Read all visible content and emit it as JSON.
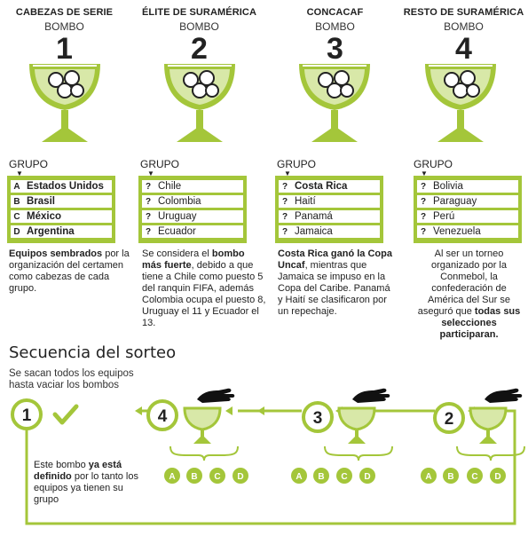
{
  "columns": [
    {
      "title": "CABEZAS DE SERIE",
      "bombo_word": "BOMBO",
      "number": "1",
      "grupo_label": "GRUPO",
      "teams": [
        {
          "letter": "A",
          "name": "Estados Unidos"
        },
        {
          "letter": "B",
          "name": "Brasil"
        },
        {
          "letter": "C",
          "name": "México"
        },
        {
          "letter": "D",
          "name": "Argentina"
        }
      ],
      "desc": [
        {
          "text": "Equipos sembrados",
          "bold": true
        },
        {
          "text": " por la organización del certamen como cabezas de cada grupo.",
          "bold": false
        }
      ]
    },
    {
      "title": "ÉLITE DE SURAMÉRICA",
      "bombo_word": "BOMBO",
      "number": "2",
      "grupo_label": "GRUPO",
      "teams": [
        {
          "letter": "?",
          "name": "Chile"
        },
        {
          "letter": "?",
          "name": "Colombia"
        },
        {
          "letter": "?",
          "name": "Uruguay"
        },
        {
          "letter": "?",
          "name": "Ecuador"
        }
      ],
      "desc": [
        {
          "text": "Se considera el ",
          "bold": false
        },
        {
          "text": "bombo más fuerte",
          "bold": true
        },
        {
          "text": ", debido a que tiene a Chile como puesto 5 del ranquin FIFA, además Colombia ocupa el puesto 8, Uruguay el 11 y Ecuador el 13.",
          "bold": false
        }
      ]
    },
    {
      "title": "CONCACAF",
      "bombo_word": "BOMBO",
      "number": "3",
      "grupo_label": "GRUPO",
      "teams": [
        {
          "letter": "?",
          "name": "Costa Rica"
        },
        {
          "letter": "?",
          "name": "Haití"
        },
        {
          "letter": "?",
          "name": "Panamá"
        },
        {
          "letter": "?",
          "name": "Jamaica"
        }
      ],
      "desc": [
        {
          "text": "Costa Rica ganó la Copa Uncaf",
          "bold": true
        },
        {
          "text": ", mientras que Jamaica se impuso en la Copa del Caribe. Panamá y Haití se clasificaron por un repechaje.",
          "bold": false
        }
      ]
    },
    {
      "title": "RESTO DE SURAMÉRICA",
      "bombo_word": "BOMBO",
      "number": "4",
      "grupo_label": "GRUPO",
      "teams": [
        {
          "letter": "?",
          "name": "Bolivia"
        },
        {
          "letter": "?",
          "name": "Paraguay"
        },
        {
          "letter": "?",
          "name": "Perú"
        },
        {
          "letter": "?",
          "name": "Venezuela"
        }
      ],
      "desc": [
        {
          "text": "Al ser un torneo organizado por la Conmebol, la confederación de América del Sur se aseguró que ",
          "bold": false
        },
        {
          "text": "todas sus selecciones participaran.",
          "bold": true
        }
      ]
    }
  ],
  "sequence": {
    "title": "Secuencia del sorteo",
    "subtitle": "Se sacan todos los equipos hasta vaciar los bombos",
    "step_numbers": [
      "1",
      "4",
      "3",
      "2"
    ],
    "step1_text": [
      {
        "text": "Este bombo ",
        "bold": false
      },
      {
        "text": "ya está definido",
        "bold": true
      },
      {
        "text": " por lo tanto los equipos ya tienen su grupo",
        "bold": false
      }
    ],
    "balls": [
      "A",
      "B",
      "C",
      "D"
    ],
    "icons": [
      "check-icon",
      "hand-icon",
      "cup-icon",
      "ball-icon"
    ]
  },
  "colors": {
    "green": "#a4c63a",
    "green_light": "#d8e8a8",
    "dark": "#222222"
  }
}
